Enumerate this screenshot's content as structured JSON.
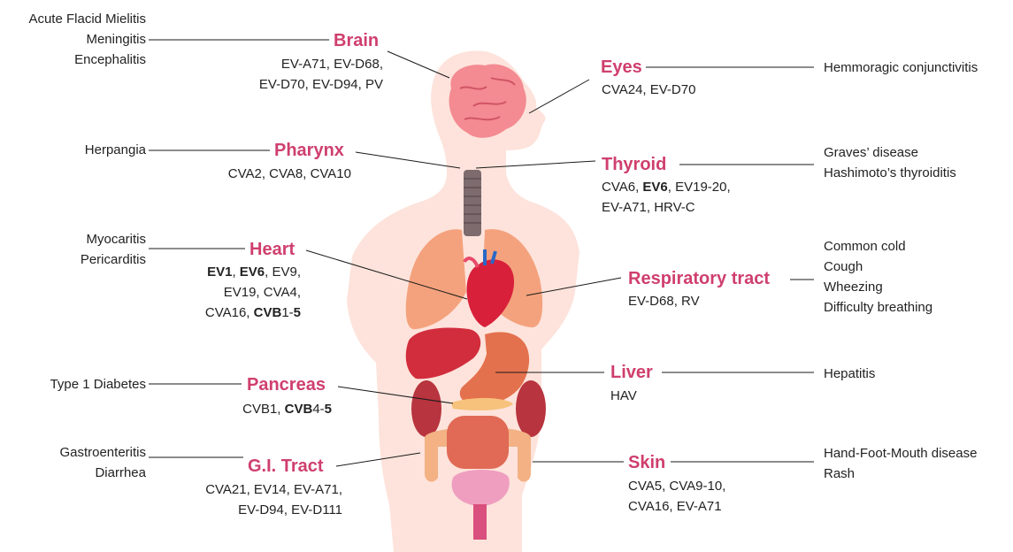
{
  "colors": {
    "organ_label": "#cf3f6e",
    "body": "#fde3db",
    "line": "#1a1a1a",
    "text": "#222222"
  },
  "organs": {
    "brain": {
      "label": "Brain",
      "viruses": [
        "EV-A71, EV-D68,",
        "EV-D70, EV-D94, PV"
      ],
      "diseases": [
        "Acute Flacid Mielitis",
        "Meningitis",
        "Encephalitis"
      ]
    },
    "eyes": {
      "label": "Eyes",
      "viruses": [
        "CVA24, EV-D70"
      ],
      "diseases": [
        "Hemmoragic conjunctivitis"
      ]
    },
    "pharynx": {
      "label": "Pharynx",
      "viruses": [
        "CVA2, CVA8, CVA10"
      ],
      "diseases": [
        "Herpangia"
      ]
    },
    "thyroid": {
      "label": "Thyroid",
      "viruses": [
        "CVA6, ",
        "EV6",
        ", EV19-20,",
        "EV-A71, HRV-C"
      ],
      "diseases": [
        "Graves’ disease",
        "Hashimoto’s thyroiditis"
      ]
    },
    "heart": {
      "label": "Heart",
      "viruses": [
        "EV1",
        ", ",
        "EV6",
        ", EV9,",
        "EV19, CVA4,",
        "CVA16, ",
        "CVB",
        "1-",
        "5"
      ],
      "diseases": [
        "Myocaritis",
        "Pericarditis"
      ]
    },
    "respiratory": {
      "label": "Respiratory tract",
      "viruses": [
        "EV-D68, RV"
      ],
      "diseases": [
        "Common cold",
        "Cough",
        "Wheezing",
        "Difficulty breathing"
      ]
    },
    "pancreas": {
      "label": "Pancreas",
      "viruses": [
        "CVB1, ",
        "CVB",
        "4-",
        "5"
      ],
      "diseases": [
        "Type 1 Diabetes"
      ]
    },
    "liver": {
      "label": "Liver",
      "viruses": [
        "HAV"
      ],
      "diseases": [
        "Hepatitis"
      ]
    },
    "gi": {
      "label": "G.I. Tract",
      "viruses": [
        "CVA21, EV14, EV-A71,",
        "EV-D94, EV-D111"
      ],
      "diseases": [
        "Gastroenteritis",
        "Diarrhea"
      ]
    },
    "skin": {
      "label": "Skin",
      "viruses": [
        "CVA5, CVA9-10,",
        "CVA16, EV-A71"
      ],
      "diseases": [
        "Hand-Foot-Mouth disease",
        "Rash"
      ]
    }
  }
}
